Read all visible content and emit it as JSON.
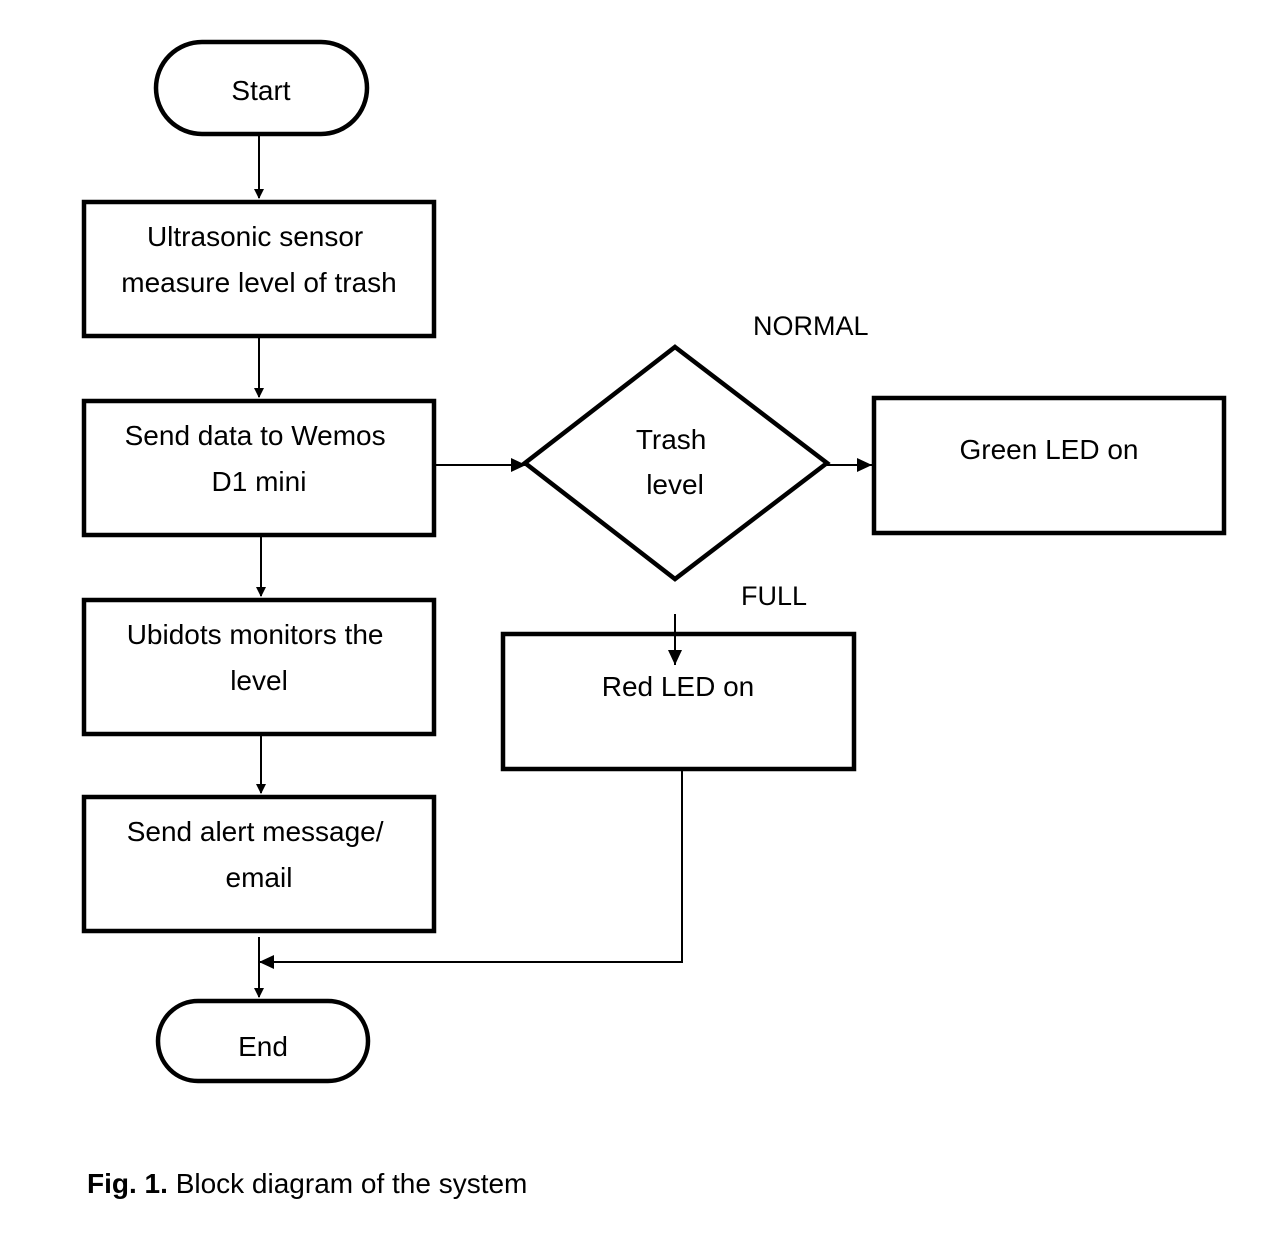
{
  "nodes": {
    "start": {
      "lines": [
        "Start"
      ]
    },
    "sensor": {
      "lines": [
        "Ultrasonic sensor",
        "measure level of trash"
      ]
    },
    "send_data": {
      "lines": [
        "Send data to Wemos",
        "D1 mini"
      ]
    },
    "ubidots": {
      "lines": [
        "Ubidots monitors the",
        "level"
      ]
    },
    "alert": {
      "lines": [
        "Send alert message/",
        "email"
      ]
    },
    "end": {
      "lines": [
        "End"
      ]
    },
    "decision": {
      "lines": [
        "Trash",
        "level"
      ]
    },
    "green": {
      "lines": [
        "Green LED on"
      ]
    },
    "red": {
      "lines": [
        "Red LED on"
      ]
    }
  },
  "branch_labels": {
    "normal": "NORMAL",
    "full": "FULL"
  },
  "caption": {
    "label": "Fig. 1.",
    "text": "Block diagram of the system"
  }
}
